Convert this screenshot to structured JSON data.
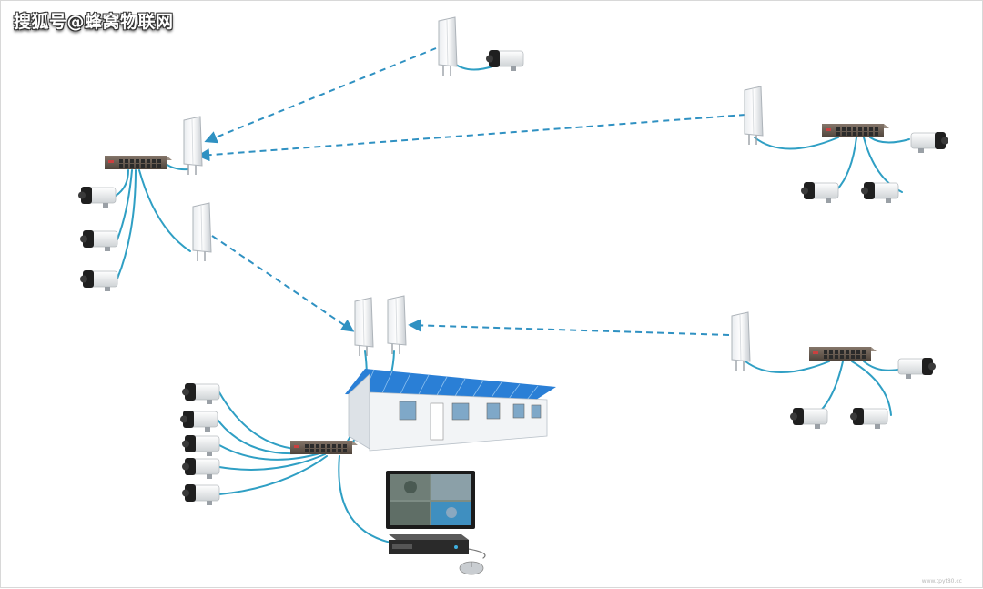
{
  "watermark": {
    "text": "搜狐号@蜂窝物联网"
  },
  "footer_mark": {
    "text": "www.tpyt80.cc"
  },
  "colors": {
    "cable": "#2f9fc4",
    "wireless_link": "#2f91c2",
    "roof": "#2a7fd6",
    "wall": "#f2f4f6",
    "switch_body": "#6b5b4e",
    "camera_body": "#f0f0f0",
    "camera_lens": "#1e1e1e"
  },
  "diagram": {
    "nodes": [
      {
        "id": "control-room",
        "kind": "building"
      },
      {
        "id": "central-switch",
        "kind": "poe-switch"
      },
      {
        "id": "nvr",
        "kind": "nvr-recorder"
      },
      {
        "id": "monitor",
        "kind": "monitor"
      },
      {
        "id": "mouse",
        "kind": "mouse"
      },
      {
        "id": "base-bridge-a",
        "kind": "wireless-bridge"
      },
      {
        "id": "base-bridge-b",
        "kind": "wireless-bridge"
      },
      {
        "id": "relay-bridge",
        "kind": "wireless-bridge"
      },
      {
        "id": "left-bridge",
        "kind": "wireless-bridge"
      },
      {
        "id": "left-switch",
        "kind": "poe-switch"
      },
      {
        "id": "top-bridge",
        "kind": "wireless-bridge"
      },
      {
        "id": "top-right-bridge",
        "kind": "wireless-bridge"
      },
      {
        "id": "top-right-switch",
        "kind": "poe-switch"
      },
      {
        "id": "mid-right-bridge",
        "kind": "wireless-bridge"
      },
      {
        "id": "mid-right-switch",
        "kind": "poe-switch"
      }
    ],
    "wireless_links": [
      {
        "from": "top-bridge",
        "to": "left-bridge"
      },
      {
        "from": "top-right-bridge",
        "to": "left-bridge"
      },
      {
        "from": "relay-bridge",
        "to": "base-bridge-a"
      },
      {
        "from": "mid-right-bridge",
        "to": "base-bridge-b"
      }
    ],
    "camera_groups": [
      {
        "switch": "central-switch",
        "count": 5
      },
      {
        "switch": "left-switch",
        "count": 3
      },
      {
        "switch": "top-right-switch",
        "count": 3
      },
      {
        "switch": "mid-right-switch",
        "count": 3
      },
      {
        "bridge": "top-bridge",
        "count": 1
      }
    ]
  }
}
